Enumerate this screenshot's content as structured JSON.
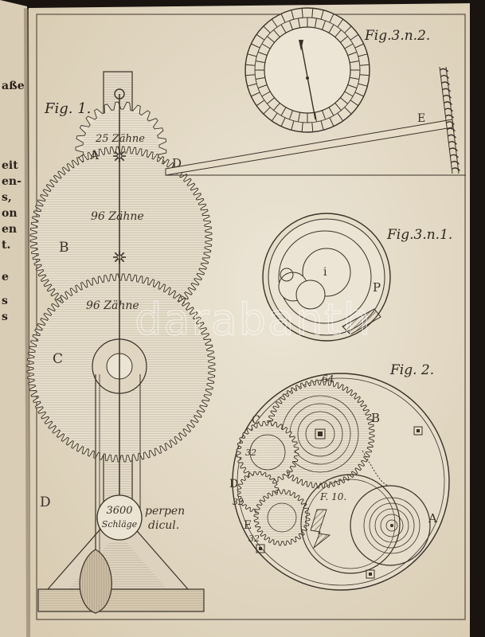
{
  "colors": {
    "paper": "#e9e1d1",
    "paper_shadow": "#cdbfa6",
    "ink": "#3a3128",
    "hatch": "#6d6253",
    "background": "#1a1410",
    "left_page": "#d9cdb6"
  },
  "left_page_fragments": [
    "aße",
    "eit",
    "en-",
    "s,",
    "on",
    "en",
    "t.",
    "e",
    "s",
    "s"
  ],
  "fig1": {
    "title": "Fig. 1.",
    "wheel_a_teeth": "25 Zähne",
    "wheel_a": "A",
    "wheel_b_teeth": "96 Zähne",
    "wheel_b": "B",
    "wheel_c_teeth": "96 Zähne",
    "wheel_c": "C",
    "label_d_right": "D",
    "label_d_left": "D",
    "disc_count": "3600",
    "disc_unit": "Schläge",
    "perpen": "perpen",
    "dicul": "dicul."
  },
  "fig3n2": {
    "title": "Fig.3.n.2.",
    "label_e": "E"
  },
  "fig3n1": {
    "title": "Fig.3.n.1.",
    "label_i": "i",
    "label_p": "P"
  },
  "fig2": {
    "title": "Fig. 2.",
    "label_64": "64",
    "label_b": "B",
    "label_c": "C",
    "label_32a": "32",
    "label_d": "D",
    "label_32b": "32",
    "label_e": "E",
    "label_32c": "32",
    "label_f10": "F. 10.",
    "label_a": "A"
  },
  "watermark": "darabanth"
}
